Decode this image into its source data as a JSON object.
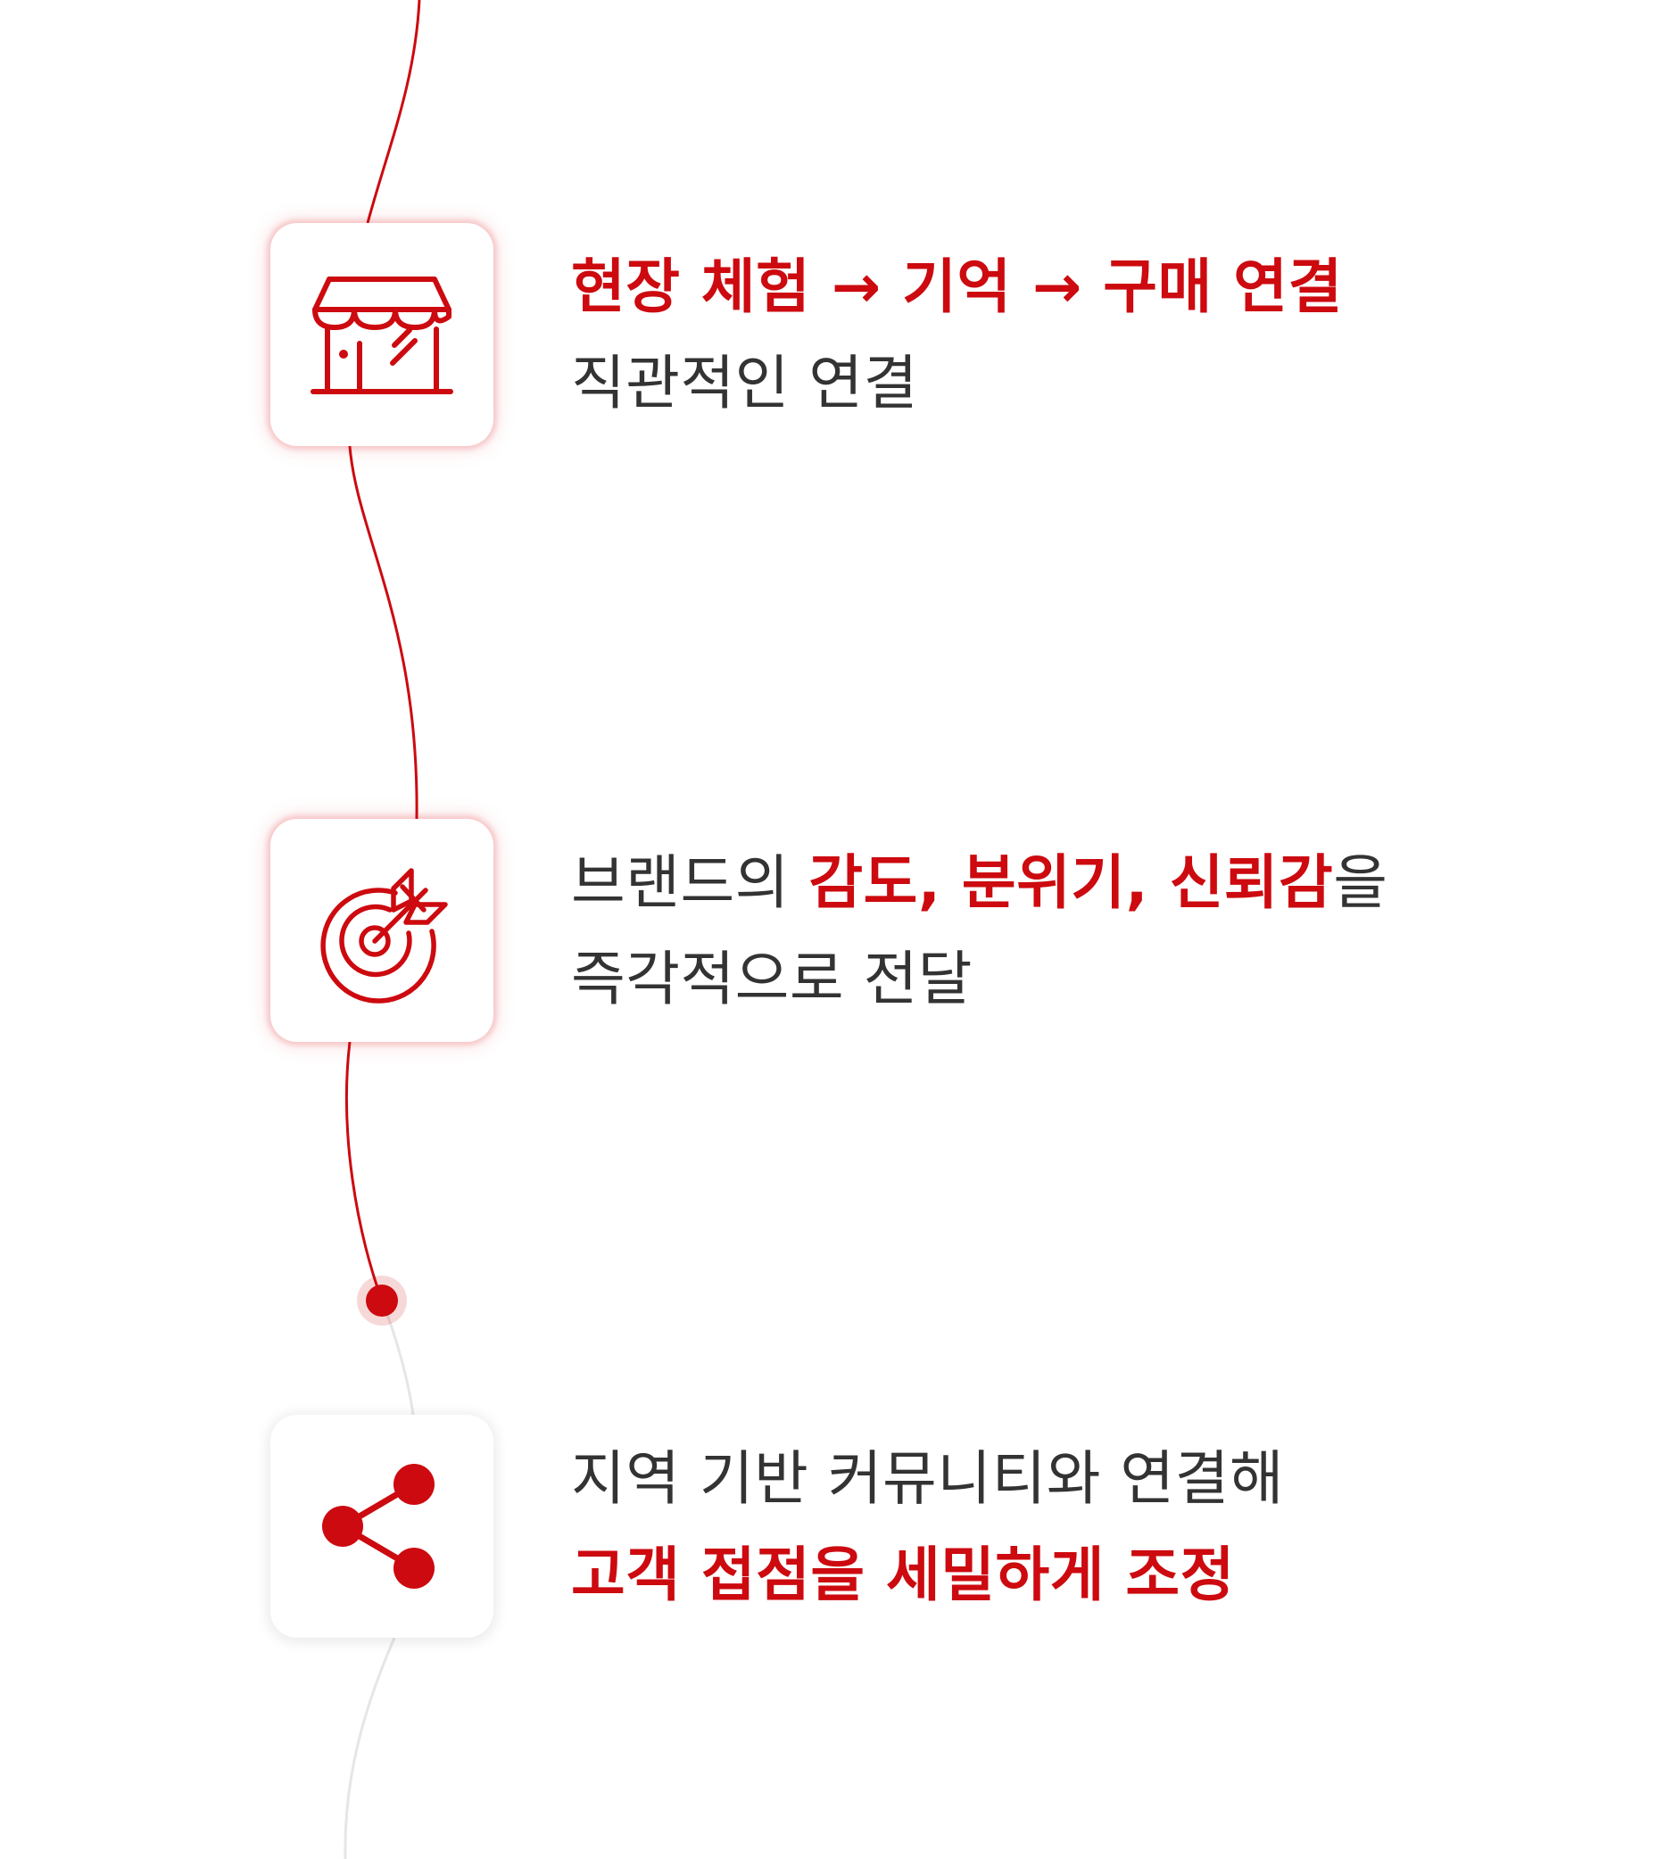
{
  "colors": {
    "accent": "#cc0a0f",
    "text": "#333333",
    "inactive_line": "#e6e6e6",
    "background": "#ffffff"
  },
  "steps": [
    {
      "icon": "storefront-icon",
      "state": "active",
      "line1": {
        "highlight": "현장 체험 → 기억 → 구매 연결"
      },
      "line2": {
        "plain": "직관적인 연결"
      }
    },
    {
      "icon": "target-arrow-icon",
      "state": "active",
      "line1": {
        "prefix": "브랜드의 ",
        "highlight": "감도, 분위기, 신뢰감",
        "suffix": "을"
      },
      "line2": {
        "plain": "즉각적으로 전달"
      }
    },
    {
      "icon": "share-icon",
      "state": "inactive",
      "line1": {
        "plain": "지역 기반 커뮤니티와 연결해"
      },
      "line2": {
        "highlight": "고객 접점을 세밀하게 조정"
      }
    }
  ]
}
